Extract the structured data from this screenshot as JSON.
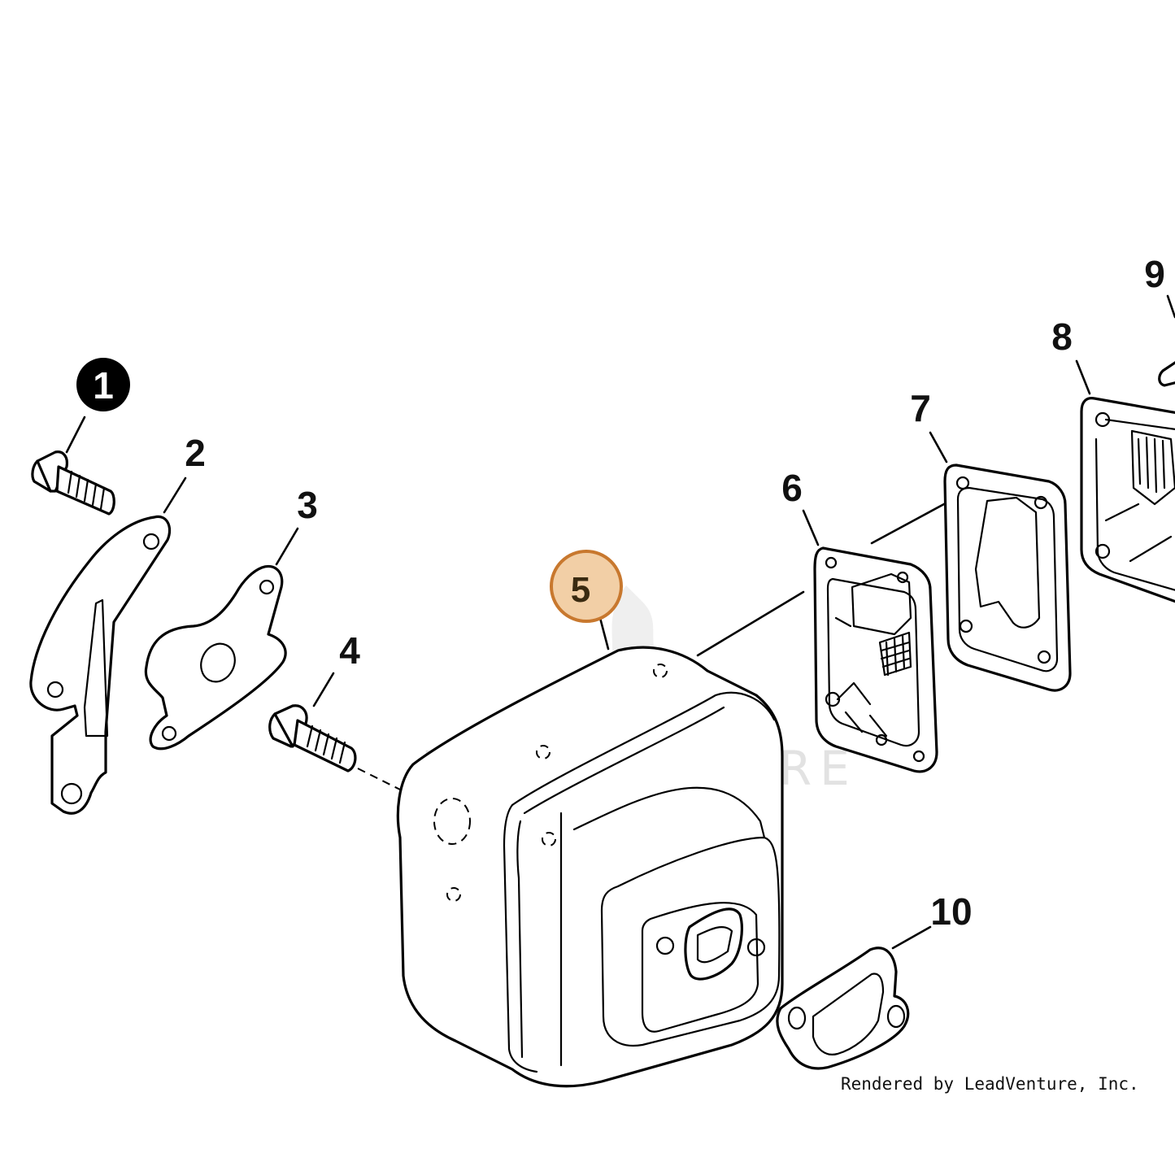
{
  "callouts": [
    {
      "number": "1",
      "style": "filled-black"
    },
    {
      "number": "2",
      "style": "plain"
    },
    {
      "number": "3",
      "style": "plain"
    },
    {
      "number": "4",
      "style": "plain"
    },
    {
      "number": "5",
      "style": "highlighted-orange"
    },
    {
      "number": "6",
      "style": "plain"
    },
    {
      "number": "7",
      "style": "plain"
    },
    {
      "number": "8",
      "style": "plain"
    },
    {
      "number": "9",
      "style": "plain"
    },
    {
      "number": "10",
      "style": "plain"
    }
  ],
  "watermark": {
    "text": "LEADVENTURE"
  },
  "credit": {
    "text": "Rendered by LeadVenture, Inc."
  },
  "colors": {
    "highlight_fill": "#f2cfa6",
    "highlight_stroke": "#c8782e",
    "line": "#000000"
  }
}
